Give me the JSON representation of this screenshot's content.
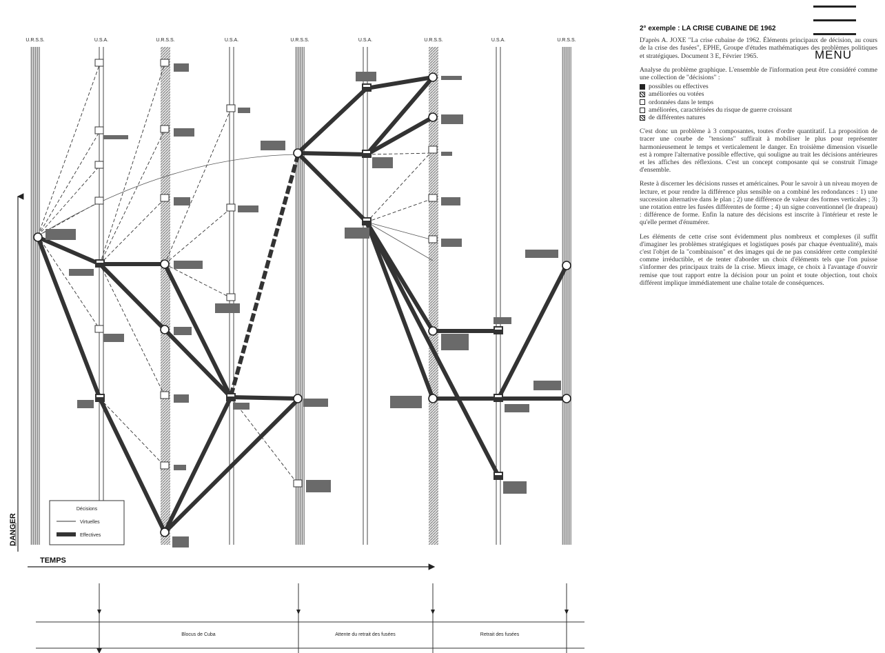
{
  "menu": {
    "label": "MENU"
  },
  "diagram": {
    "columns": [
      {
        "label": "U.R.S.S."
      },
      {
        "label": "U.S.A."
      },
      {
        "label": "U.R.S.S."
      },
      {
        "label": "U.S.A."
      },
      {
        "label": "U.R.S.S."
      },
      {
        "label": "U.S.A."
      },
      {
        "label": "U.R.S.S."
      },
      {
        "label": "U.S.A."
      },
      {
        "label": "U.R.S.S."
      }
    ],
    "y_axis_label": "DANGER",
    "x_axis_label": "TEMPS",
    "legend": {
      "title": "Décisions",
      "thin_label": "Virtuelles",
      "thick_label": "Effectives"
    },
    "bottom_phases": [
      {
        "label": "Blocus de Cuba"
      },
      {
        "label": "Attente du retrait des fusées"
      },
      {
        "label": "Retrait des fusées"
      }
    ]
  },
  "text_panel": {
    "title": "2° exemple : LA CRISE CUBAINE DE 1962",
    "paragraphs": [
      "D'après A. JOXE \"La crise cubaine de 1962. Éléments principaux de décision, au cours de la crise des fusées\", EPHE, Groupe d'études mathématiques des problèmes politiques et stratégiques. Document 3 E, Février 1965.",
      "Analyse du problème graphique. L'ensemble de l'information peut être considéré comme une collection de \"décisions\" :",
      "C'est donc un problème à 3 composantes, toutes d'ordre quantitatif. La proposition de tracer une courbe de \"tensions\" suffirait à mobiliser le plus pour représenter harmonieusement le temps et verticalement le danger. En troisième dimension visuelle est à rompre l'alternative possible effective, qui souligne au trait les décisions antérieures et les affiches des réflexions. C'est un concept composante qui se construit l'image d'ensemble.",
      "Reste à discerner les décisions russes et américaines. Pour le savoir à un niveau moyen de lecture, et pour rendre la différence plus sensible on a combiné les redondances : 1) une succession alternative dans le plan ; 2) une différence de valeur des formes verticales ; 3) une rotation entre les fusées différentes de forme ; 4) un signe conventionnel (le drapeau) : différence de forme. Enfin la nature des décisions est inscrite à l'intérieur et reste le qu'elle permet d'énumérer.",
      "Les éléments de cette crise sont évidemment plus nombreux et complexes (il suffit d'imaginer les problèmes stratégiques et logistiques posés par chaque éventualité), mais c'est l'objet de la \"combinaison\" et des images qui de ne pas considérer cette complexité comme irréductible, et de tenter d'aborder un choix d'éléments tels que l'on puisse s'informer des principaux traits de la crise. Mieux image, ce choix à l'avantage d'ouvrir remise que tout rapport entre la décision pour un point et toute objection, tout choix différent implique immédiatement une chaîne totale de conséquences."
    ],
    "legend_items": [
      {
        "label": "possibles ou effectives",
        "style": "filled"
      },
      {
        "label": "améliorées ou votées",
        "style": "hatched"
      },
      {
        "label": "ordonnées dans le temps",
        "style": "open"
      },
      {
        "label": "améliorées, caractérisées du risque de guerre croissant",
        "style": "open"
      },
      {
        "label": "de différentes natures",
        "style": "hatched"
      }
    ]
  }
}
